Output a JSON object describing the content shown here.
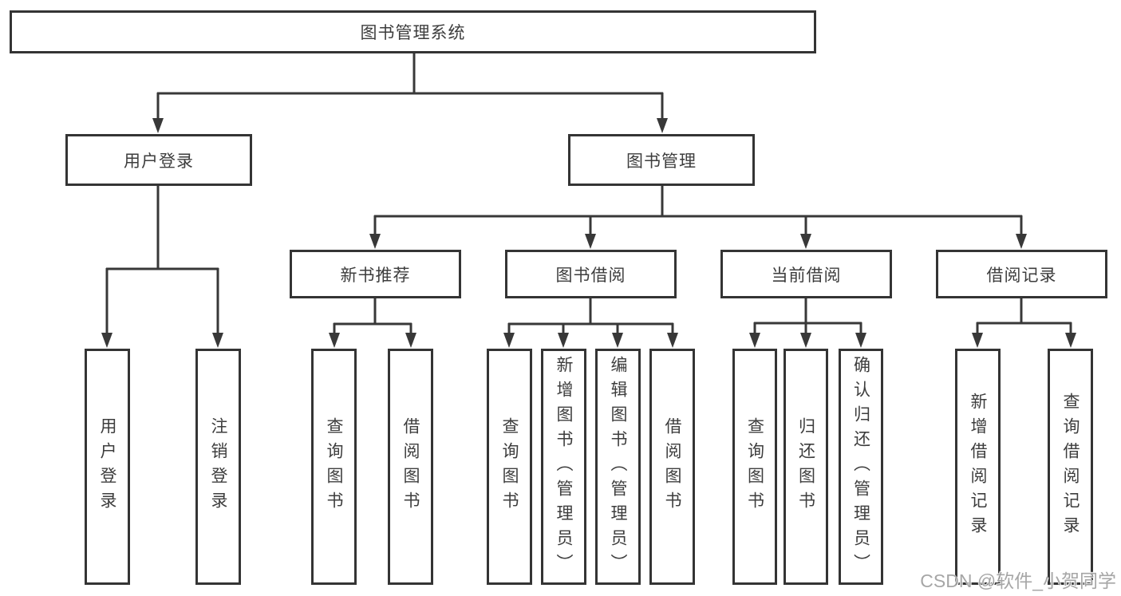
{
  "tree": {
    "label": "图书管理系统",
    "children": [
      {
        "label": "用户登录",
        "children": [
          {
            "label": "用户登录"
          },
          {
            "label": "注销登录"
          }
        ]
      },
      {
        "label": "图书管理",
        "children": [
          {
            "label": "新书推荐",
            "children": [
              {
                "label": "查询图书"
              },
              {
                "label": "借阅图书"
              }
            ]
          },
          {
            "label": "图书借阅",
            "children": [
              {
                "label": "查询图书"
              },
              {
                "label": "新增图书（管理员）"
              },
              {
                "label": "编辑图书（管理员）"
              },
              {
                "label": "借阅图书"
              }
            ]
          },
          {
            "label": "当前借阅",
            "children": [
              {
                "label": "查询图书"
              },
              {
                "label": "归还图书"
              },
              {
                "label": "确认归还（管理员）"
              }
            ]
          },
          {
            "label": "借阅记录",
            "children": [
              {
                "label": "新增借阅记录"
              },
              {
                "label": "查询借阅记录"
              }
            ]
          }
        ]
      }
    ]
  },
  "watermark": {
    "text": "CSDN @软件_小贺同学"
  },
  "colors": {
    "line": "#383838",
    "box_border": "#343434",
    "text": "#3d3d3d",
    "background": "#ffffff",
    "watermark": "#969696"
  }
}
